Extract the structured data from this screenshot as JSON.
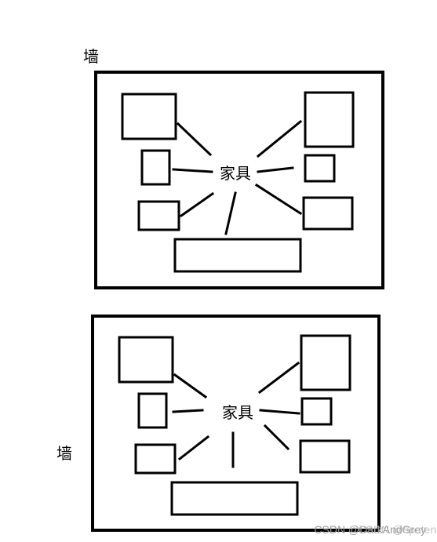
{
  "diagrams": [
    {
      "wall_label": "墙",
      "center_label": "家具"
    },
    {
      "wall_label": "墙",
      "center_label": "家具"
    }
  ],
  "watermark": {
    "text": "CSDN @DarkAndGrey",
    "overlap_text": "CSDN @spaten321"
  },
  "colors": {
    "stroke": "#000000",
    "background": "#ffffff",
    "watermark": "#9a9a9a"
  }
}
